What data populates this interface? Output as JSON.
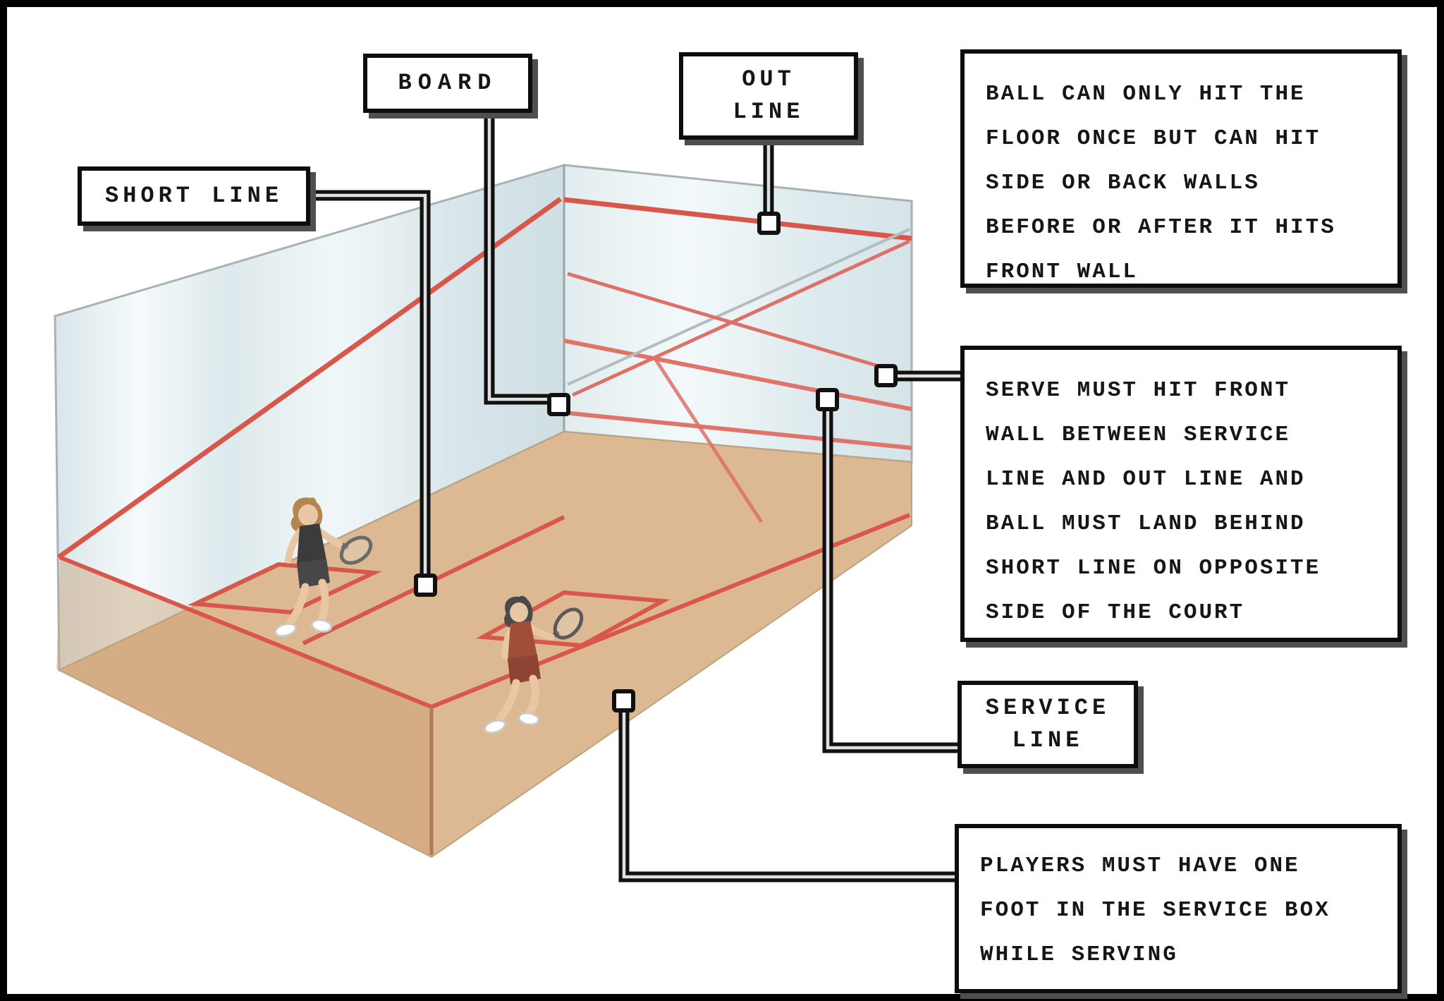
{
  "callouts": {
    "short_line": {
      "label": "SHORT LINE"
    },
    "board": {
      "label": "BOARD"
    },
    "out_line": {
      "lines": [
        "OUT",
        "LINE"
      ]
    },
    "service_line": {
      "lines": [
        "SERVICE",
        "LINE"
      ]
    },
    "rule_ball": {
      "lines": [
        "BALL CAN ONLY HIT THE",
        "FLOOR ONCE BUT CAN HIT",
        "SIDE OR BACK WALLS",
        "BEFORE OR AFTER IT HITS",
        "FRONT WALL"
      ]
    },
    "rule_serve": {
      "lines": [
        "SERVE MUST HIT FRONT",
        "WALL BETWEEN SERVICE",
        "LINE AND OUT LINE AND",
        "BALL MUST LAND BEHIND",
        "SHORT LINE ON OPPOSITE",
        "SIDE OF THE COURT"
      ]
    },
    "rule_players": {
      "lines": [
        "PLAYERS MUST HAVE ONE",
        "FOOT IN THE SERVICE BOX",
        "WHILE SERVING"
      ]
    }
  },
  "court": {
    "marked_lines": [
      "out line",
      "service line",
      "board",
      "short line",
      "service boxes",
      "half-court line"
    ],
    "players": [
      {
        "id": "player-left",
        "shirt_color": "#3b3b3b"
      },
      {
        "id": "player-right",
        "shirt_color": "#a04e3a"
      }
    ]
  },
  "colors": {
    "background": "#ffffff",
    "frame_border": "#000000",
    "wall_fill": "#e7f0f2",
    "floor_fill": "#dcb993",
    "floor_shade": "#c9a075",
    "court_line_red": "#d9564a",
    "leader_line": "#111111",
    "leader_core": "#e0e0e0",
    "callout_border": "#0d0d0d",
    "callout_shadow": "#4f4f4f",
    "text": "#161616"
  }
}
